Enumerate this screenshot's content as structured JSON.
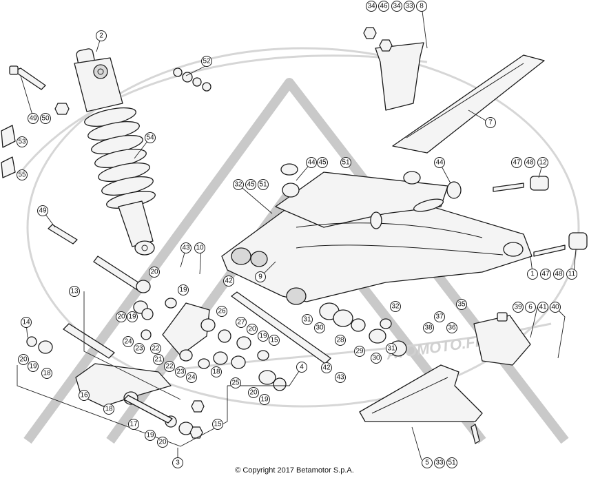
{
  "watermark": {
    "text": "ATOMOTO.FR"
  },
  "copyright": "© Copyright 2017 Betamotor S.p.A.",
  "callouts": [
    {
      "label": "34"
    },
    {
      "label": "46"
    },
    {
      "label": "34"
    },
    {
      "label": "33"
    },
    {
      "label": "8"
    },
    {
      "label": "2"
    },
    {
      "label": "52"
    },
    {
      "label": "7"
    },
    {
      "label": "49"
    },
    {
      "label": "50"
    },
    {
      "label": "53"
    },
    {
      "label": "54"
    },
    {
      "label": "55"
    },
    {
      "label": "44"
    },
    {
      "label": "45"
    },
    {
      "label": "51"
    },
    {
      "label": "44"
    },
    {
      "label": "47"
    },
    {
      "label": "48"
    },
    {
      "label": "12"
    },
    {
      "label": "32"
    },
    {
      "label": "45"
    },
    {
      "label": "51"
    },
    {
      "label": "49"
    },
    {
      "label": "43"
    },
    {
      "label": "10"
    },
    {
      "label": "9"
    },
    {
      "label": "1"
    },
    {
      "label": "47"
    },
    {
      "label": "48"
    },
    {
      "label": "11"
    },
    {
      "label": "20"
    },
    {
      "label": "42"
    },
    {
      "label": "13"
    },
    {
      "label": "19"
    },
    {
      "label": "20"
    },
    {
      "label": "19"
    },
    {
      "label": "26"
    },
    {
      "label": "32"
    },
    {
      "label": "35"
    },
    {
      "label": "39"
    },
    {
      "label": "6"
    },
    {
      "label": "41"
    },
    {
      "label": "40"
    },
    {
      "label": "31"
    },
    {
      "label": "30"
    },
    {
      "label": "27"
    },
    {
      "label": "14"
    },
    {
      "label": "24"
    },
    {
      "label": "23"
    },
    {
      "label": "22"
    },
    {
      "label": "20"
    },
    {
      "label": "19"
    },
    {
      "label": "28"
    },
    {
      "label": "37"
    },
    {
      "label": "38"
    },
    {
      "label": "36"
    },
    {
      "label": "15"
    },
    {
      "label": "29"
    },
    {
      "label": "31"
    },
    {
      "label": "20"
    },
    {
      "label": "19"
    },
    {
      "label": "18"
    },
    {
      "label": "21"
    },
    {
      "label": "22"
    },
    {
      "label": "23"
    },
    {
      "label": "24"
    },
    {
      "label": "18"
    },
    {
      "label": "4"
    },
    {
      "label": "30"
    },
    {
      "label": "42"
    },
    {
      "label": "43"
    },
    {
      "label": "25"
    },
    {
      "label": "16"
    },
    {
      "label": "20"
    },
    {
      "label": "19"
    },
    {
      "label": "18"
    },
    {
      "label": "15"
    },
    {
      "label": "17"
    },
    {
      "label": "19"
    },
    {
      "label": "20"
    },
    {
      "label": "3"
    },
    {
      "label": "5"
    },
    {
      "label": "33"
    },
    {
      "label": "51"
    }
  ]
}
